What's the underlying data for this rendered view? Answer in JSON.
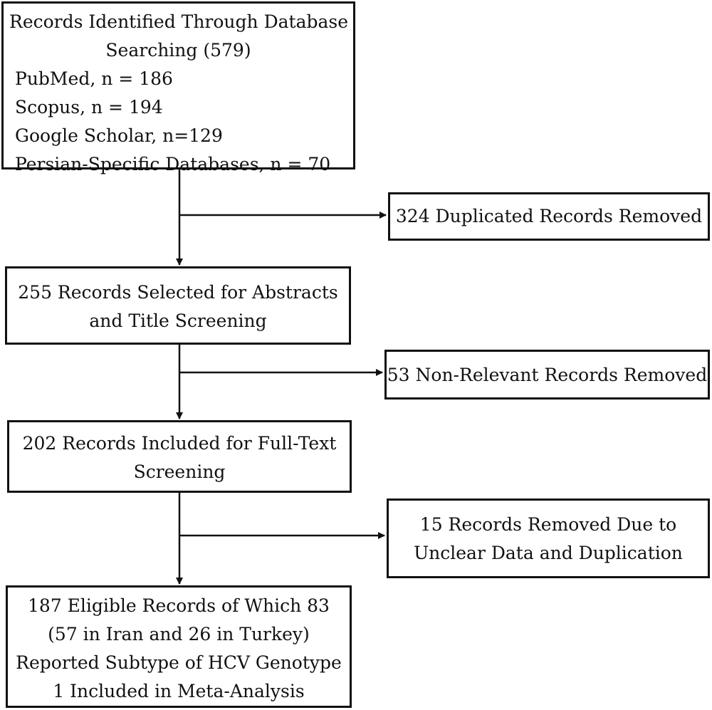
{
  "boxes": {
    "identified": {
      "title_lines": [
        "Records Identified Through Database",
        "Searching (579)"
      ],
      "sources": [
        "PubMed, n = 186",
        "Scopus, n = 194",
        "Google Scholar, n=129",
        "Persian-Specific Databases, n = 70"
      ]
    },
    "duplicates": {
      "lines": [
        "324 Duplicated Records Removed"
      ]
    },
    "screening": {
      "lines": [
        "255 Records Selected for Abstracts",
        "and Title Screening"
      ]
    },
    "nonrelevant": {
      "lines": [
        "53 Non-Relevant Records Removed"
      ]
    },
    "fulltext": {
      "lines": [
        "202 Records Included for Full-Text",
        "Screening"
      ]
    },
    "unclear": {
      "lines": [
        "15 Records Removed Due to",
        "Unclear Data and Duplication"
      ]
    },
    "eligible": {
      "lines": [
        "187 Eligible Records of Which 83",
        "(57 in Iran and 26 in Turkey)",
        "Reported Subtype of HCV Genotype",
        "1 Included in Meta-Analysis"
      ]
    }
  }
}
